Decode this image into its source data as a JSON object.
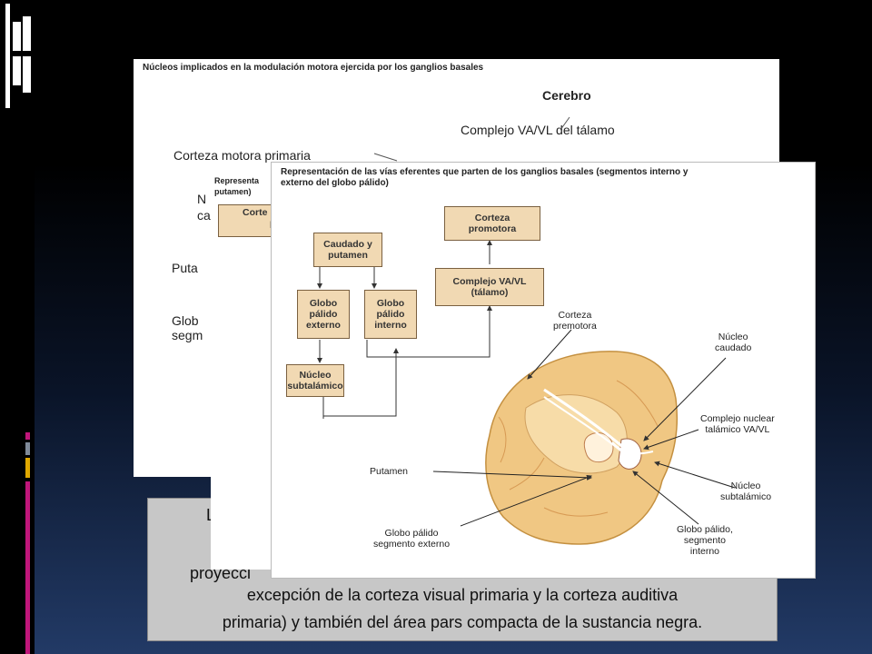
{
  "panel1": {
    "caption": "Núcleos implicados en la modulación motora ejercida por los ganglios basales",
    "cerebro": "Cerebro",
    "complejo": "Complejo VA/VL del tálamo",
    "corteza_motora": "Corteza motora primaria",
    "frag_n": "N",
    "frag_ca": "ca",
    "frag_puta": "Puta",
    "frag_glob": "Glob",
    "frag_segm": "segm"
  },
  "panel2": {
    "caption_line1": "Representa",
    "caption_line2": "putamen)",
    "box_frag1": "Corte",
    "box_frag2": "p"
  },
  "panel3": {
    "caption_line1": "Representación de las vías eferentes que parten de los ganglios basales (segmentos interno y",
    "caption_line2": "externo del globo pálido)",
    "boxes": {
      "corteza_promotora": [
        "Corteza",
        "promotora"
      ],
      "caudado_putamen": [
        "Caudado y",
        "putamen"
      ],
      "complejo_vavl": [
        "Complejo VA/VL",
        "(tálamo)"
      ],
      "globo_externo": [
        "Globo",
        "pálido",
        "externo"
      ],
      "globo_interno": [
        "Globo",
        "pálido",
        "interno"
      ],
      "nucleo_subtalamico": [
        "Núcleo",
        "subtalámico"
      ]
    },
    "brain_labels": {
      "corteza_promotora": [
        "Corteza",
        "premotora"
      ],
      "nucleo_caudado": [
        "Núcleo",
        "caudado"
      ],
      "complejo_nuclear": [
        "Complejo nuclear",
        "talámico VA/VL"
      ],
      "putamen": "Putamen",
      "nucleo_subtalamico": [
        "Núcleo",
        "subtalámico"
      ],
      "globo_externo": [
        "Globo pálido",
        "segmento externo"
      ],
      "globo_interno": [
        "Globo pálido,",
        "segmento",
        "interno"
      ]
    }
  },
  "textbox": {
    "line1": "L",
    "line2": "proyecci",
    "line3": "excepción de la corteza visual primaria y la corteza auditiva",
    "line4": "primaria) y también del área pars compacta de la sustancia negra."
  },
  "colors": {
    "accent_magenta": "#c0167a",
    "accent_gray": "#7f8a99",
    "accent_yellow": "#e0a800",
    "box_fill": "#f1d9b3",
    "brain_fill": "#f0c783"
  }
}
